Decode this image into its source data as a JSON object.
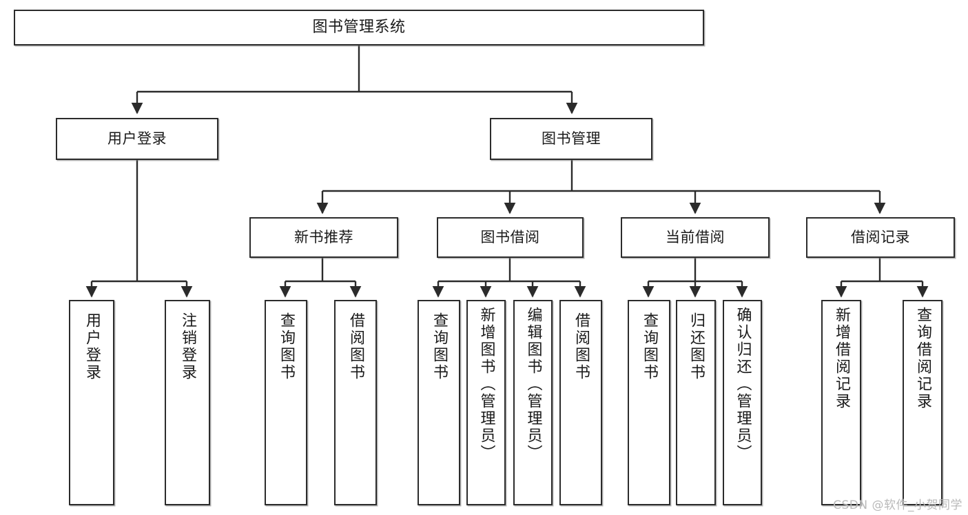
{
  "diagram": {
    "title": "图书管理系统",
    "type": "hierarchy-tree",
    "style": {
      "box_border": "#2b2b2b",
      "box_fill": "#ffffff",
      "text": "#1a1a1a",
      "connector": "#2b2b2b",
      "background": "#ffffff",
      "watermark_color": "#b9b9b9"
    },
    "levels": {
      "level1": [
        {
          "id": "root",
          "label": "图书管理系统"
        }
      ],
      "level2": [
        {
          "id": "login",
          "label": "用户登录"
        },
        {
          "id": "bookmgmt",
          "label": "图书管理"
        }
      ],
      "level3": [
        {
          "id": "newbook",
          "label": "新书推荐"
        },
        {
          "id": "borrow",
          "label": "图书借阅"
        },
        {
          "id": "current",
          "label": "当前借阅"
        },
        {
          "id": "records",
          "label": "借阅记录"
        }
      ],
      "level4": [
        {
          "id": "leaf-user-login",
          "label": "用户登录",
          "parent": "login"
        },
        {
          "id": "leaf-user-logout",
          "label": "注销登录",
          "parent": "login"
        },
        {
          "id": "leaf-query-book-1",
          "label": "查询图书",
          "parent": "newbook"
        },
        {
          "id": "leaf-borrow-book-1",
          "label": "借阅图书",
          "parent": "newbook"
        },
        {
          "id": "leaf-query-book-2",
          "label": "查询图书",
          "parent": "borrow"
        },
        {
          "id": "leaf-add-book",
          "label": "新增图书（管理员）",
          "parent": "borrow"
        },
        {
          "id": "leaf-edit-book",
          "label": "编辑图书（管理员）",
          "parent": "borrow"
        },
        {
          "id": "leaf-borrow-book-2",
          "label": "借阅图书",
          "parent": "borrow"
        },
        {
          "id": "leaf-query-book-3",
          "label": "查询图书",
          "parent": "current"
        },
        {
          "id": "leaf-return-book",
          "label": "归还图书",
          "parent": "current"
        },
        {
          "id": "leaf-confirm-return",
          "label": "确认归还（管理员）",
          "parent": "current"
        },
        {
          "id": "leaf-add-record",
          "label": "新增借阅记录",
          "parent": "records"
        },
        {
          "id": "leaf-query-record",
          "label": "查询借阅记录",
          "parent": "records"
        }
      ]
    },
    "watermark": "CSDN @软件_小贺同学"
  }
}
